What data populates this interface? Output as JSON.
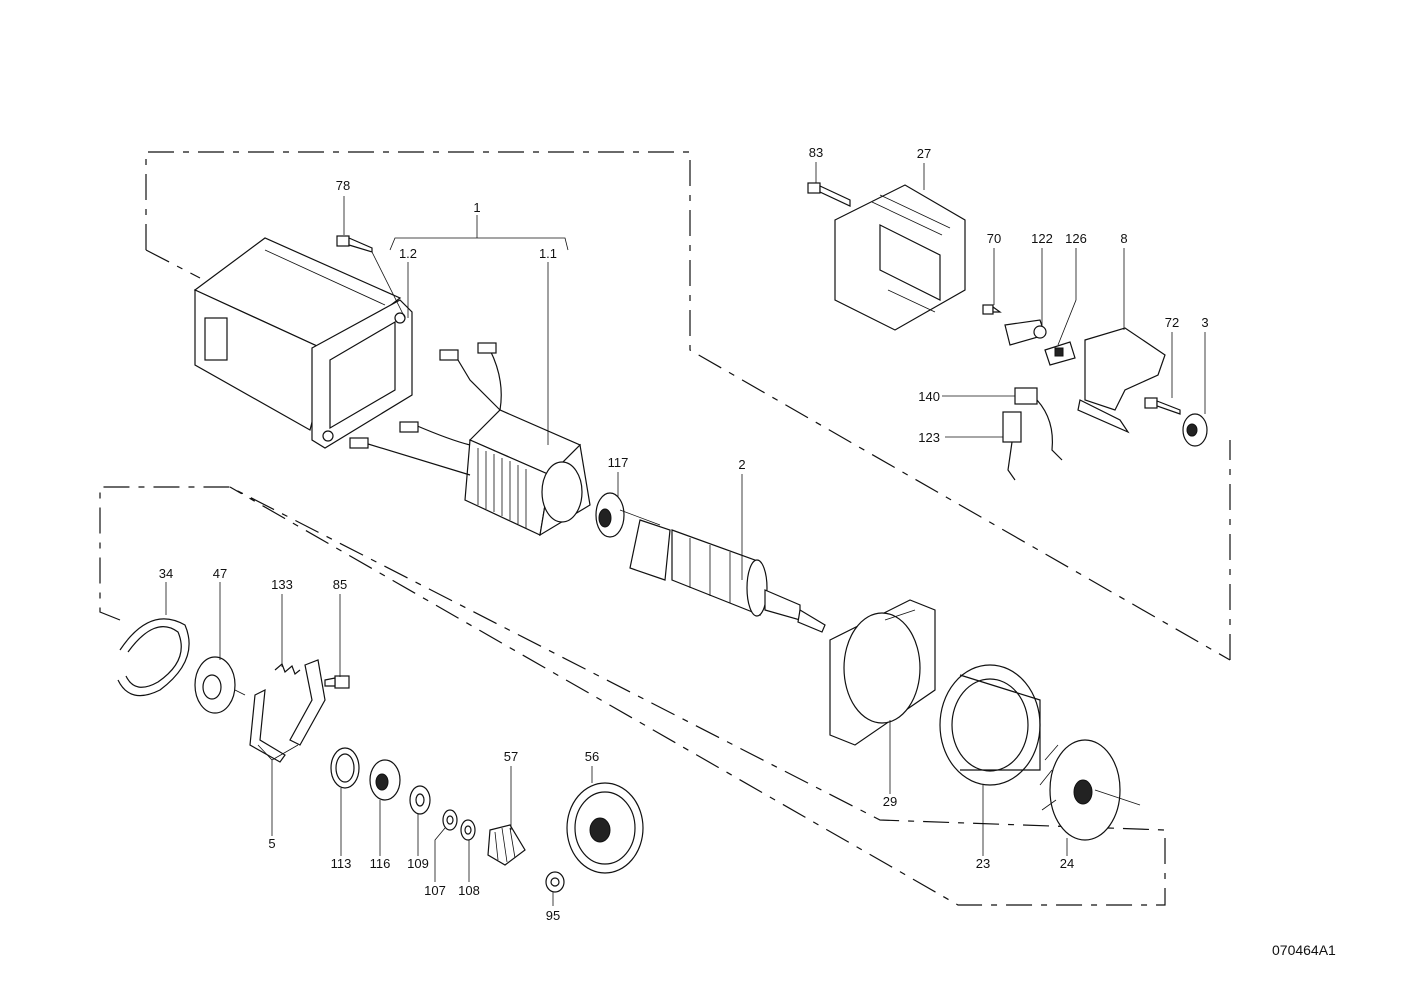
{
  "labels": {
    "p1": "1",
    "p1_1": "1.1",
    "p1_2": "1.2",
    "p2": "2",
    "p3": "3",
    "p5": "5",
    "p8": "8",
    "p23": "23",
    "p24": "24",
    "p27": "27",
    "p29": "29",
    "p34": "34",
    "p47": "47",
    "p56": "56",
    "p57": "57",
    "p70": "70",
    "p72": "72",
    "p78": "78",
    "p83": "83",
    "p85": "85",
    "p95": "95",
    "p107": "107",
    "p108": "108",
    "p109": "109",
    "p113": "113",
    "p116": "116",
    "p117": "117",
    "p122": "122",
    "p123": "123",
    "p126": "126",
    "p133": "133",
    "p140": "140"
  },
  "document_ref": "070464A1"
}
